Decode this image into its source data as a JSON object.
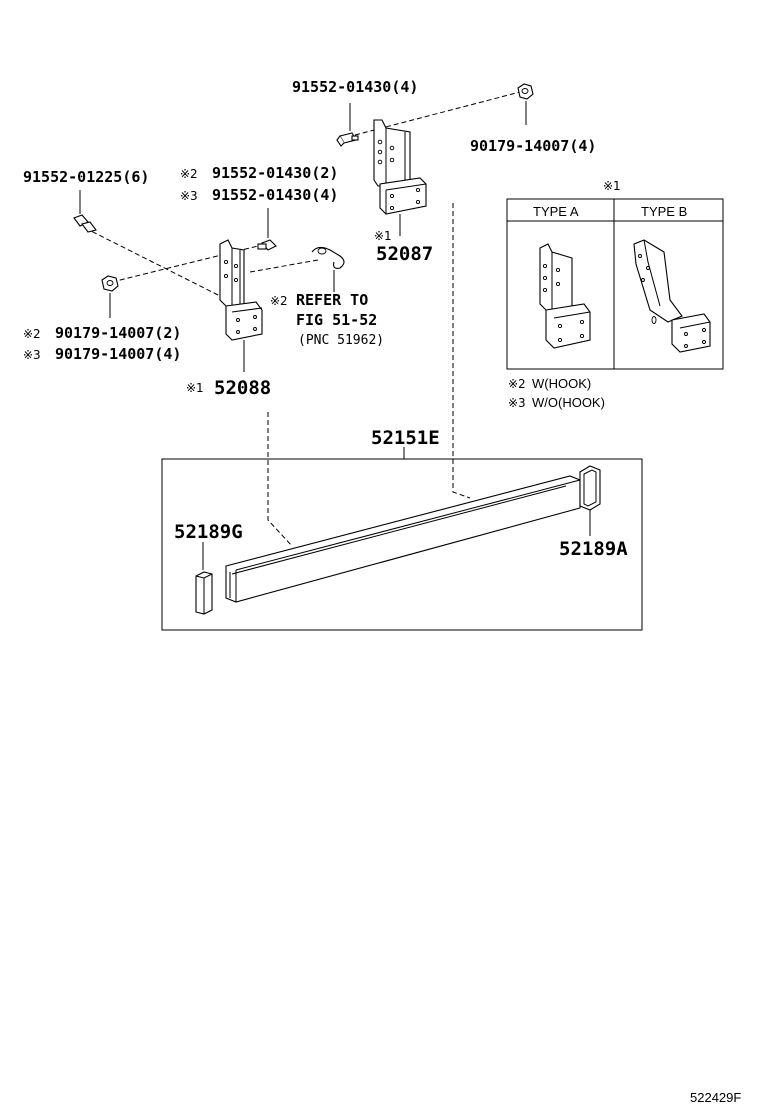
{
  "labels": {
    "bolt_top": "91552-01430(4)",
    "nut_top": "90179-14007(4)",
    "bolt_left": "91552-01225(6)",
    "bolt_hook_w": "91552-01430(2)",
    "bolt_hook_wo": "91552-01430(4)",
    "nut_left_w": "90179-14007(2)",
    "nut_left_wo": "90179-14007(4)",
    "bracket_right": "52087",
    "bracket_left": "52088",
    "rail": "52151E",
    "end_left": "52189G",
    "end_right": "52189A",
    "refer_line1": "REFER TO",
    "refer_line2": "FIG 51-52",
    "refer_line3": "(PNC 51962)",
    "diagram_code": "522429F"
  },
  "marks": {
    "m1": "※1",
    "m2": "※2",
    "m3": "※3"
  },
  "inset": {
    "mark": "※1",
    "type_a": "TYPE A",
    "type_b": "TYPE B"
  },
  "legend": {
    "w_hook": "W(HOOK)",
    "wo_hook": "W/O(HOOK)"
  }
}
